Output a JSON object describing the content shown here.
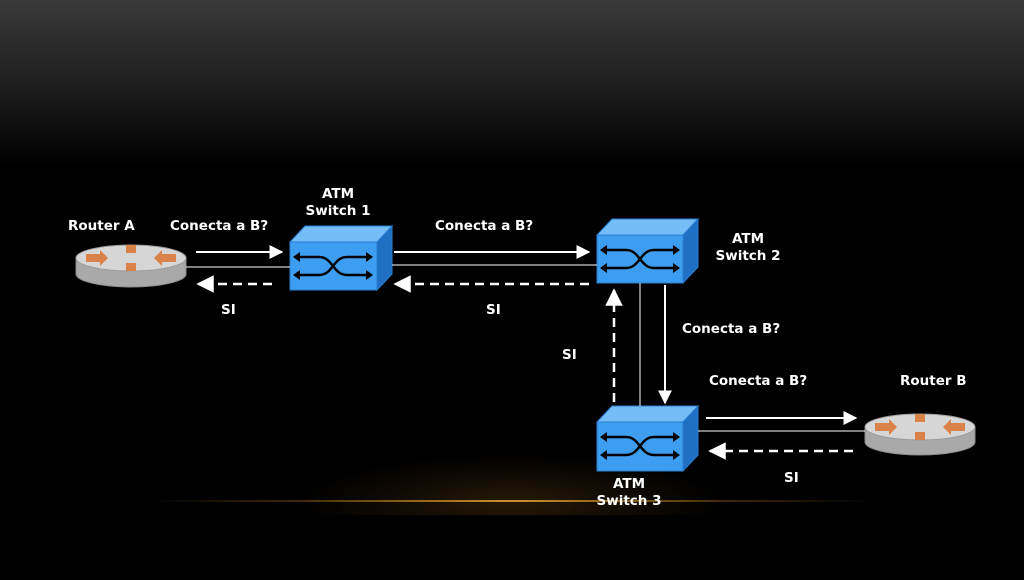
{
  "nodes": {
    "router_a": {
      "label": "Router A"
    },
    "router_b": {
      "label": "Router B"
    },
    "switch1": {
      "line1": "ATM",
      "line2": "Switch 1"
    },
    "switch2": {
      "line1": "ATM",
      "line2": "Switch 2"
    },
    "switch3": {
      "line1": "ATM",
      "line2": "Switch 3"
    }
  },
  "messages": {
    "request": "Conecta a B?",
    "reply": "SI"
  },
  "colors": {
    "switch_front": "#3d9df0",
    "switch_top": "#74bdf7",
    "switch_side": "#1f6fc4",
    "router_body": "#d6d6d6",
    "router_arrow": "#d9834a",
    "accent_line": "#c9902e"
  }
}
